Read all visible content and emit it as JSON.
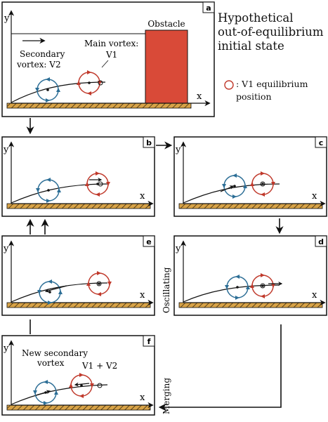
{
  "note": {
    "title": "Hypothetical\nout-of-equilibrium\ninitial state",
    "legend_text": ": V1 equilibrium\nposition",
    "legend_marker_color": "#c0392b"
  },
  "colors": {
    "main_vortex": "#c0392b",
    "secondary_vortex": "#2c6e96",
    "obstacle": "#d94a38",
    "wall_fill": "#d8a347"
  },
  "panels": {
    "a": {
      "label": "a",
      "obstacle_label": "Obstacle",
      "main_vortex_label": "Main vortex:",
      "main_vortex_symbol": "V1",
      "secondary_vortex_label": "Secondary",
      "secondary_vortex_symbol": "vortex: V2",
      "x_label": "x",
      "y_label": "y"
    },
    "b": {
      "label": "b",
      "x_label": "x",
      "y_label": "y"
    },
    "c": {
      "label": "c",
      "x_label": "x",
      "y_label": "y"
    },
    "d": {
      "label": "d",
      "x_label": "x",
      "y_label": "y",
      "side_label": "Oscillating"
    },
    "e": {
      "label": "e",
      "x_label": "x",
      "y_label": "y"
    },
    "f": {
      "label": "f",
      "x_label": "x",
      "y_label": "y",
      "side_label": "Merging",
      "new_vortex_label_1": "New secondary",
      "new_vortex_label_2": "vortex",
      "merged_label": "V1 + V2"
    }
  }
}
